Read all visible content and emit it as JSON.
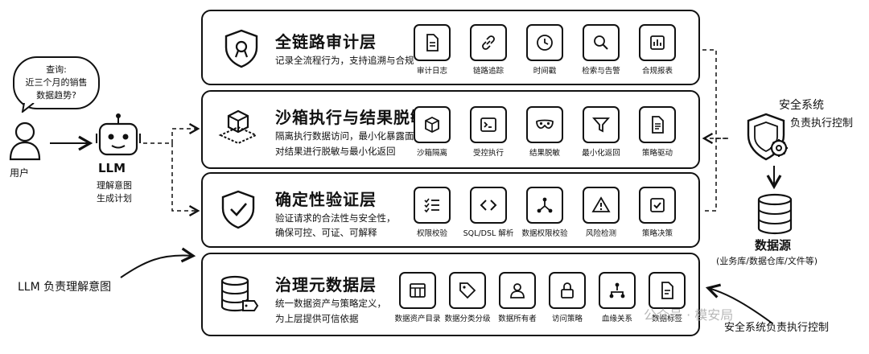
{
  "user": {
    "bubble_line1": "查询:",
    "bubble_line2": "近三个月的销售",
    "bubble_line3": "数据趋势?",
    "label": "用户"
  },
  "llm": {
    "title": "LLM",
    "line1": "理解意图",
    "line2": "生成计划",
    "bottom_note": "LLM 负责理解意图"
  },
  "layers": [
    {
      "title": "全链路审计层",
      "desc_line1": "记录全流程行为，支持追溯与合规",
      "desc_line2": "",
      "icon": "shield-lock-icon",
      "chips": [
        {
          "label": "审计日志",
          "icon": "document-icon"
        },
        {
          "label": "链路追踪",
          "icon": "link-icon"
        },
        {
          "label": "时间戳",
          "icon": "clock-icon"
        },
        {
          "label": "检索与告警",
          "icon": "magnifier-icon"
        },
        {
          "label": "合规报表",
          "icon": "bar-chart-icon"
        }
      ]
    },
    {
      "title": "沙箱执行与结果脱敏层",
      "desc_line1": "隔离执行数据访问，最小化暴露面",
      "desc_line2": "对结果进行脱敏与最小化返回",
      "icon": "sandbox-cube-icon",
      "chips": [
        {
          "label": "沙箱隔离",
          "icon": "cube-icon"
        },
        {
          "label": "受控执行",
          "icon": "terminal-icon"
        },
        {
          "label": "结果脱敏",
          "icon": "mask-icon"
        },
        {
          "label": "最小化返回",
          "icon": "funnel-icon"
        },
        {
          "label": "策略驱动",
          "icon": "policy-doc-icon"
        }
      ]
    },
    {
      "title": "确定性验证层",
      "desc_line1": "验证请求的合法性与安全性，",
      "desc_line2": "确保可控、可证、可解释",
      "icon": "shield-check-icon",
      "chips": [
        {
          "label": "权限校验",
          "icon": "checklist-icon"
        },
        {
          "label": "SQL/DSL 解析",
          "icon": "code-brackets-icon"
        },
        {
          "label": "数据权限校验",
          "icon": "graph-icon"
        },
        {
          "label": "风险检测",
          "icon": "warning-icon"
        },
        {
          "label": "策略决策",
          "icon": "checkbox-icon"
        }
      ]
    },
    {
      "title": "治理元数据层",
      "desc_line1": "统一数据资产与策略定义，",
      "desc_line2": "为上层提供可信依据",
      "icon": "database-tag-icon",
      "chips": [
        {
          "label": "数据资产目录",
          "icon": "table-icon"
        },
        {
          "label": "数据分类分级",
          "icon": "tag-icon"
        },
        {
          "label": "数据所有者",
          "icon": "person-icon"
        },
        {
          "label": "访问策略",
          "icon": "padlock-icon"
        },
        {
          "label": "血缘关系",
          "icon": "lineage-icon"
        },
        {
          "label": "数据标签",
          "icon": "label-doc-icon"
        }
      ]
    }
  ],
  "security": {
    "line1": "安全系统",
    "line2": "负责执行控制",
    "bottom_note": "安全系统负责执行控制"
  },
  "datasource": {
    "title": "数据源",
    "subtitle": "(业务库/数据仓库/文件等)"
  },
  "watermark": "公众号 · 模安局"
}
